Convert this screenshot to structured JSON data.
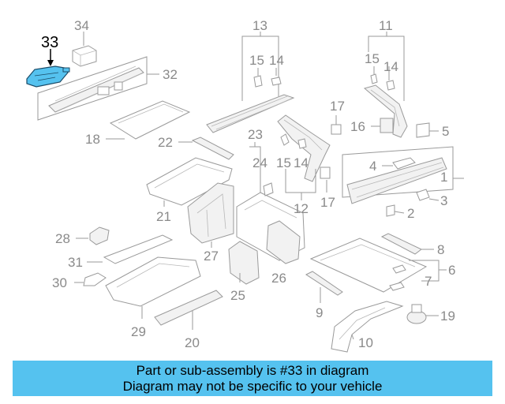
{
  "diagram": {
    "highlight_color": "#55c2ef",
    "highlighted_part": "33",
    "callouts": [
      {
        "id": "c1",
        "label": "1"
      },
      {
        "id": "c2",
        "label": "2"
      },
      {
        "id": "c3",
        "label": "3"
      },
      {
        "id": "c4",
        "label": "4"
      },
      {
        "id": "c5",
        "label": "5"
      },
      {
        "id": "c6",
        "label": "6"
      },
      {
        "id": "c7",
        "label": "7"
      },
      {
        "id": "c8",
        "label": "8"
      },
      {
        "id": "c9",
        "label": "9"
      },
      {
        "id": "c10",
        "label": "10"
      },
      {
        "id": "c11",
        "label": "11"
      },
      {
        "id": "c12",
        "label": "12"
      },
      {
        "id": "c13",
        "label": "13"
      },
      {
        "id": "c14a",
        "label": "14"
      },
      {
        "id": "c14b",
        "label": "14"
      },
      {
        "id": "c14c",
        "label": "14"
      },
      {
        "id": "c15a",
        "label": "15"
      },
      {
        "id": "c15b",
        "label": "15"
      },
      {
        "id": "c15c",
        "label": "15"
      },
      {
        "id": "c16",
        "label": "16"
      },
      {
        "id": "c17a",
        "label": "17"
      },
      {
        "id": "c17b",
        "label": "17"
      },
      {
        "id": "c18",
        "label": "18"
      },
      {
        "id": "c19",
        "label": "19"
      },
      {
        "id": "c20",
        "label": "20"
      },
      {
        "id": "c21",
        "label": "21"
      },
      {
        "id": "c22",
        "label": "22"
      },
      {
        "id": "c23",
        "label": "23"
      },
      {
        "id": "c24",
        "label": "24"
      },
      {
        "id": "c25",
        "label": "25"
      },
      {
        "id": "c26",
        "label": "26"
      },
      {
        "id": "c27",
        "label": "27"
      },
      {
        "id": "c28",
        "label": "28"
      },
      {
        "id": "c29",
        "label": "29"
      },
      {
        "id": "c30",
        "label": "30"
      },
      {
        "id": "c31",
        "label": "31"
      },
      {
        "id": "c32",
        "label": "32"
      },
      {
        "id": "c33",
        "label": "33"
      },
      {
        "id": "c34",
        "label": "34"
      }
    ]
  },
  "banner": {
    "line1": "Part or sub-assembly is #33 in diagram",
    "line2": "Diagram may not be specific to your vehicle",
    "background": "#55c2ef"
  }
}
